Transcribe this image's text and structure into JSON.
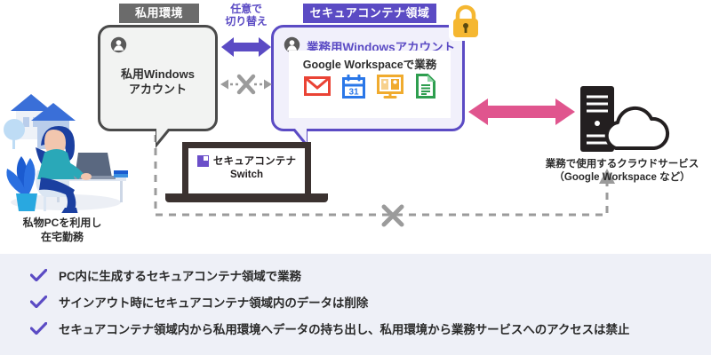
{
  "diagram": {
    "tags": {
      "private_env": "私用環境",
      "secure_container": "セキュアコンテナ領域",
      "switch_note_line1": "任意で",
      "switch_note_line2": "切り替え"
    },
    "private_bubble": {
      "label_line1": "私用Windows",
      "label_line2": "アカウント",
      "person_icon": "person-icon"
    },
    "work_bubble": {
      "title": "業務用Windowsアカウント",
      "panel_title": "Google Workspaceで業務",
      "person_icon": "person-icon",
      "apps": [
        {
          "name": "gmail-icon",
          "label": "Gmail"
        },
        {
          "name": "calendar-icon",
          "label": "Calendar",
          "day": "31"
        },
        {
          "name": "meet-icon",
          "label": "Meet"
        },
        {
          "name": "docs-icon",
          "label": "Docs"
        }
      ]
    },
    "lock_icon": "lock-icon",
    "laptop": {
      "product_name": "セキュアコンテナ",
      "product_sub": "Switch",
      "logo_icon": "secure-container-logo-icon"
    },
    "home_worker": {
      "caption_line1": "私物PCを利用し",
      "caption_line2": "在宅勤務",
      "icon": "remote-worker-illustration"
    },
    "cloud": {
      "caption_line1": "業務で使用するクラウドサービス",
      "caption_line2": "（Google Workspace など）",
      "icon": "server-cloud-icon"
    },
    "connectors": {
      "switch_arrow": "purple-double-arrow",
      "blocked_switch": "gray-x-blocked-arrow",
      "cloud_arrow": "pink-double-arrow",
      "blocked_path": "gray-dashed-blocked-path",
      "blocked_mark": "gray-x-mark"
    }
  },
  "notes": [
    {
      "check": "check-icon",
      "text": "PC内に生成するセキュアコンテナ領域で業務"
    },
    {
      "check": "check-icon",
      "text": "サインアウト時にセキュアコンテナ領域内のデータは削除"
    },
    {
      "check": "check-icon",
      "text": "セキュアコンテナ領域内から私用環境へデータの持ち出し、私用環境から業務サービスへのアクセスは禁止"
    }
  ],
  "colors": {
    "purple": "#5b4bc4",
    "gray_tag": "#6b6b6b",
    "pink": "#e0558e",
    "dark": "#3b3230",
    "note_bg": "#eef0f7",
    "lock_yellow": "#f5b731"
  }
}
